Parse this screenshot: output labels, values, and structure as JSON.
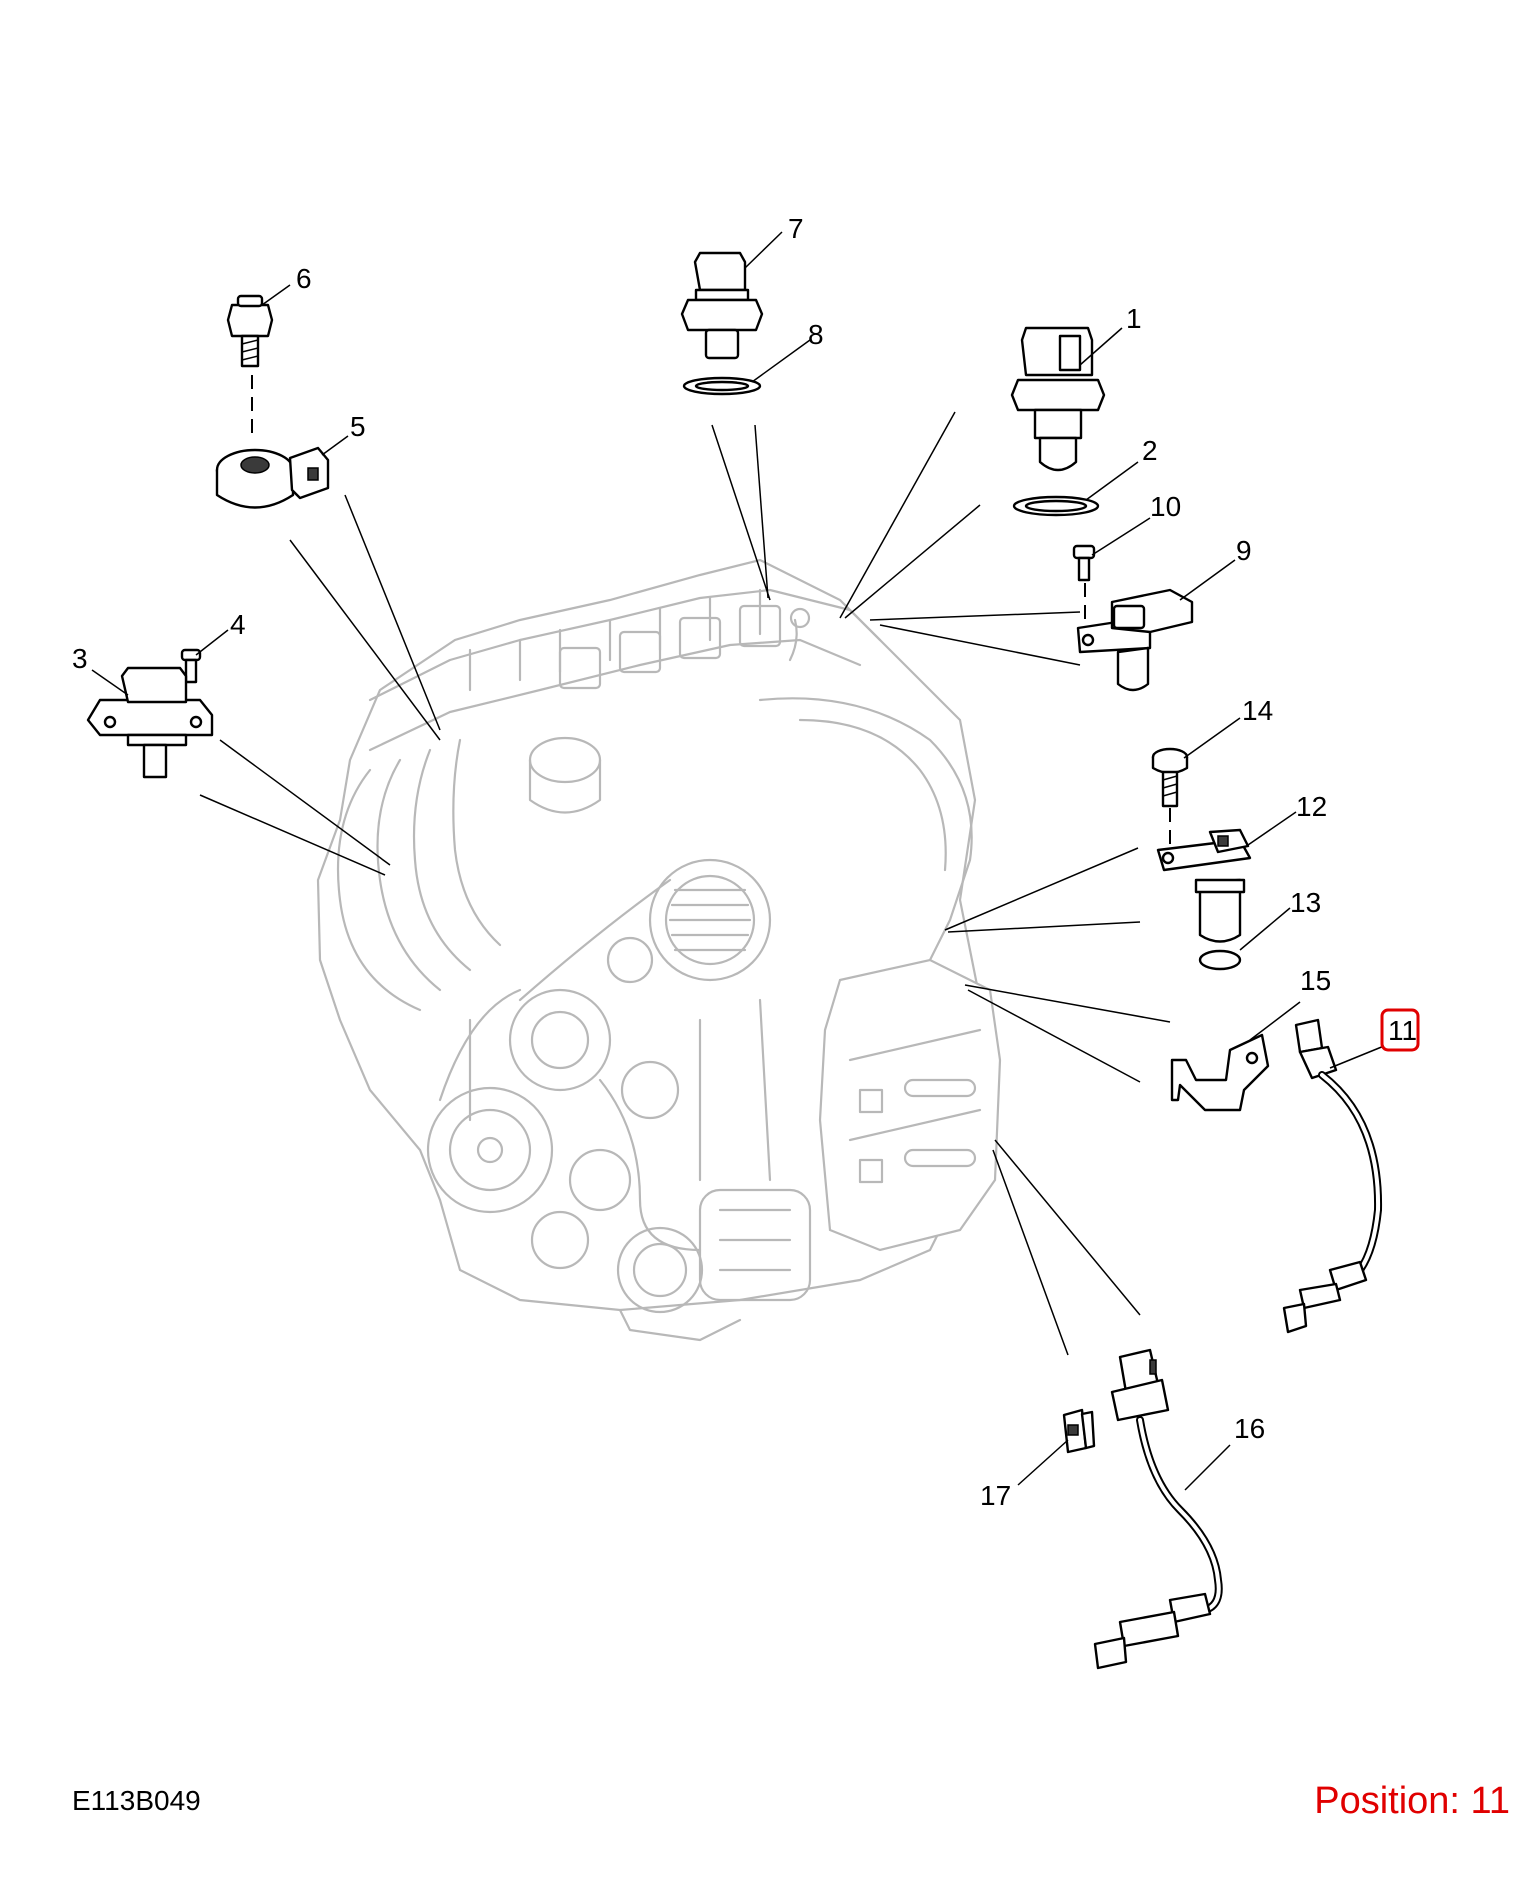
{
  "callouts": {
    "c1": "1",
    "c2": "2",
    "c3": "3",
    "c4": "4",
    "c5": "5",
    "c6": "6",
    "c7": "7",
    "c8": "8",
    "c9": "9",
    "c10": "10",
    "c11": "11",
    "c12": "12",
    "c13": "13",
    "c14": "14",
    "c15": "15",
    "c16": "16",
    "c17": "17"
  },
  "highlighted_callout": "11",
  "footer": {
    "figure_code": "E113B049",
    "position_label": "Position: 11"
  },
  "colors": {
    "highlight": "#e00000",
    "engine_outline": "#b8b8b8",
    "part_outline": "#000000"
  }
}
